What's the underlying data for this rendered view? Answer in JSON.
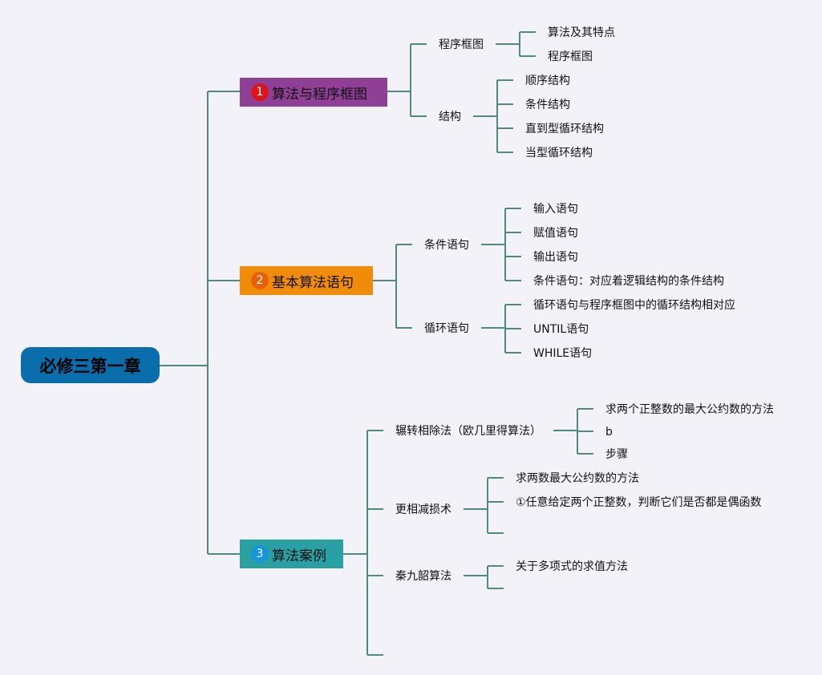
{
  "root": {
    "label": "必修三第一章"
  },
  "branches": [
    {
      "number": "1",
      "label": "算法与程序框图",
      "color": "#8f3f95",
      "badge_color": "#d9161b",
      "children": [
        {
          "label": "程序框图",
          "children": [
            "算法及其特点",
            "程序框图"
          ]
        },
        {
          "label": "结构",
          "children": [
            "顺序结构",
            "条件结构",
            "直到型循环结构",
            "当型循环结构"
          ]
        }
      ]
    },
    {
      "number": "2",
      "label": "基本算法语句",
      "color": "#f08c0a",
      "badge_color": "#e85f0c",
      "children": [
        {
          "label": "条件语句",
          "children": [
            "输入语句",
            "赋值语句",
            "输出语句",
            "条件语句：对应着逻辑结构的条件结构"
          ]
        },
        {
          "label": "循环语句",
          "children": [
            "循环语句与程序框图中的循环结构相对应",
            "UNTIL语句",
            "WHILE语句"
          ]
        }
      ]
    },
    {
      "number": "3",
      "label": "算法案例",
      "color": "#2aa0a4",
      "badge_color": "#1596d6",
      "children": [
        {
          "label": "辗转相除法（欧几里得算法）",
          "children": [
            "求两个正整数的最大公约数的方法",
            "b",
            "步骤"
          ]
        },
        {
          "label": "更相减损术",
          "children": [
            "求两数最大公约数的方法",
            "①任意给定两个正整数，判断它们是否都是偶函数",
            ""
          ]
        },
        {
          "label": "秦九韶算法",
          "children": [
            "关于多项式的求值方法",
            ""
          ]
        },
        {
          "label": "",
          "children": []
        }
      ]
    }
  ],
  "colors": {
    "connector": "#4f8a82",
    "background": "#f3f2f9",
    "root_fill": "#0a6ead"
  }
}
